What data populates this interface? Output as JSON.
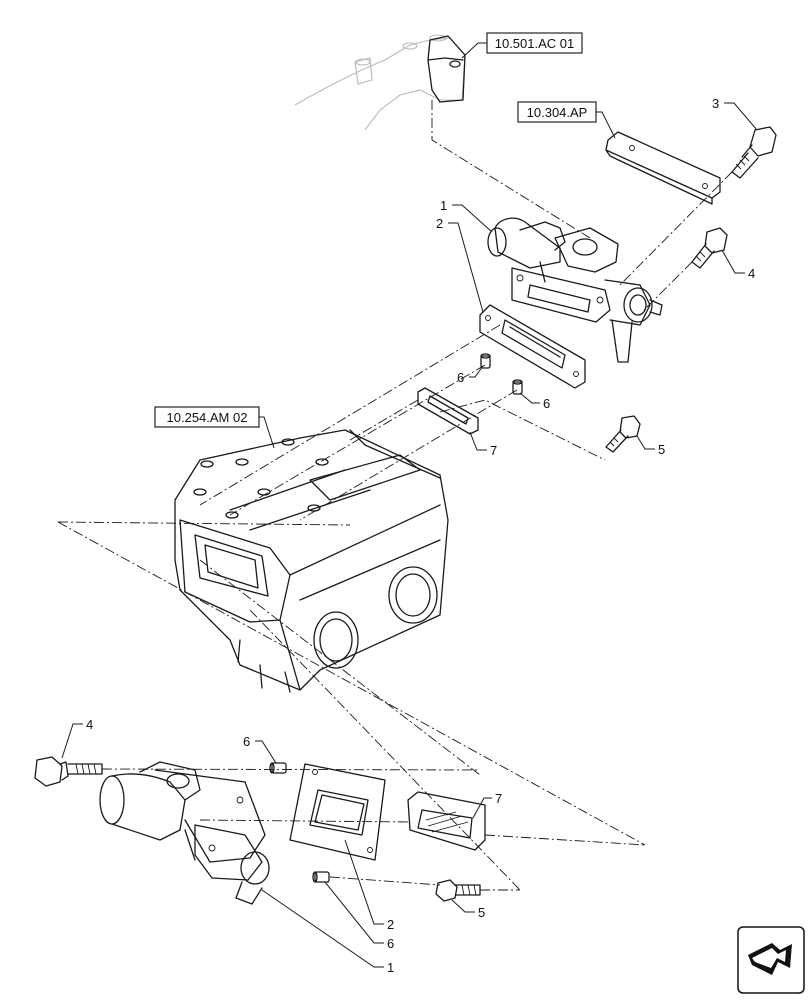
{
  "references": {
    "top": "10.501.AC 01",
    "bracket": "10.304.AP",
    "manifold": "10.254.AM 02"
  },
  "callouts": {
    "c1_top": "1",
    "c2_top": "2",
    "c3_top": "3",
    "c4_top": "4",
    "c5_top": "5",
    "c6_top_a": "6",
    "c6_top_b": "6",
    "c7_top": "7",
    "c4_bottom": "4",
    "c6_bottom_top": "6",
    "c7_bottom": "7",
    "c5_bottom": "5",
    "c2_bottom": "2",
    "c6_bottom": "6",
    "c1_bottom": "1"
  },
  "nav_icon": "next-page-arrow-icon"
}
